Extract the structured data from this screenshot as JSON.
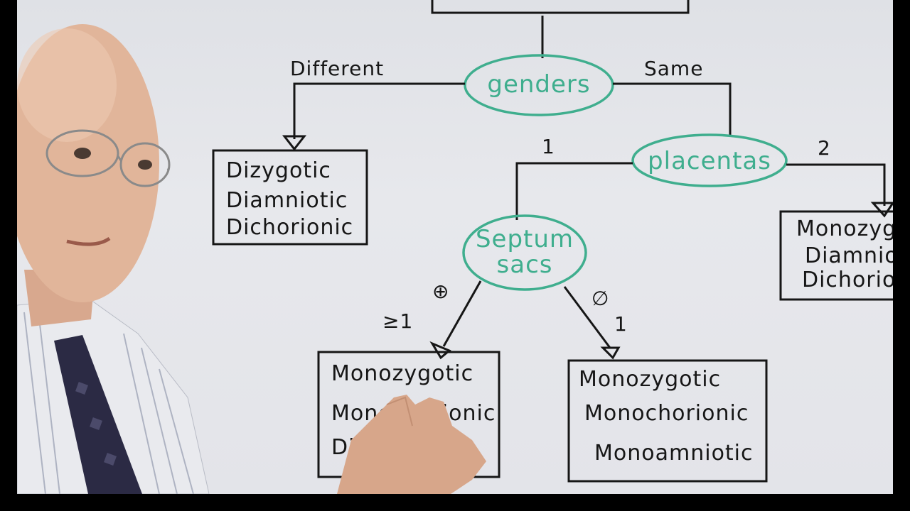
{
  "colors": {
    "board": "#e3e4e9",
    "ink": "#161616",
    "marker_green": "#3fae8e",
    "frame_bar": "#000000"
  },
  "diagram": {
    "nodes": {
      "genders": "genders",
      "placenta": "placentas",
      "septum_line1": "Septum",
      "septum_line2": "sacs"
    },
    "edges": {
      "different": "Different",
      "same": "Same",
      "one_placenta": "1",
      "two_placenta": "2",
      "septum_plus": "⊕",
      "septum_ge1": "≥1",
      "septum_null": "∅",
      "septum_one": "1"
    },
    "boxes": {
      "dizygotic": [
        "Dizygotic",
        "Diamniotic",
        "Dichorionic"
      ],
      "mono_di_di": [
        "Monozygotic",
        "Diamniotic",
        "Dichorionic"
      ],
      "mono_mono_di": [
        "Monozygotic",
        "Monochorionic",
        "Diamniotic"
      ],
      "mono_mono_mono": [
        "Monozygotic",
        "Monochorionic",
        "Monoamniotic"
      ]
    }
  },
  "scene": {
    "presenter": "presenter",
    "hand": "hand"
  }
}
